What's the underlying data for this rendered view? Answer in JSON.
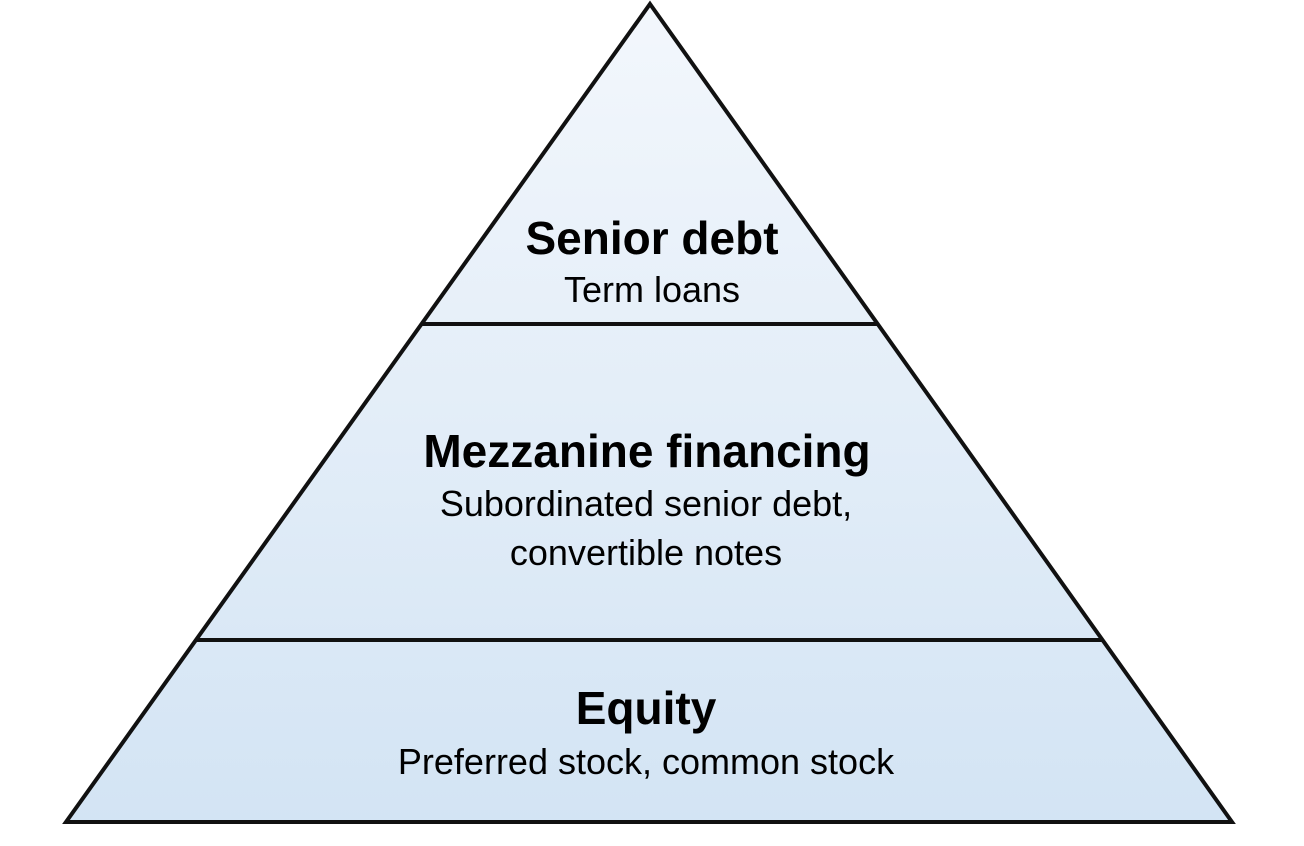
{
  "colors": {
    "fill_top": "#f3f7fc",
    "fill_bottom": "#d3e4f4",
    "stroke": "#111111"
  },
  "tiers": [
    {
      "title": "Senior debt",
      "subtitle_lines": [
        "Term loans"
      ]
    },
    {
      "title": "Mezzanine financing",
      "subtitle_lines": [
        "Subordinated senior debt,",
        "convertible notes"
      ]
    },
    {
      "title": "Equity",
      "subtitle_lines": [
        "Preferred stock, common stock"
      ]
    }
  ]
}
